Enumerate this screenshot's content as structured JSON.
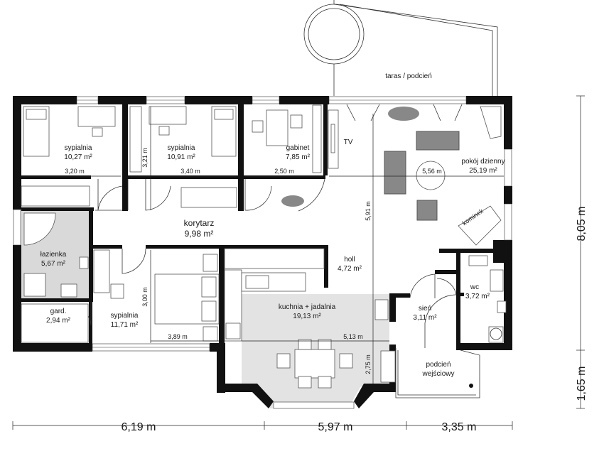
{
  "rooms": {
    "taras": {
      "name": "taras / podcień"
    },
    "sypialnia1": {
      "name": "sypialnia",
      "area": "10,27 m²",
      "width": "3,20 m"
    },
    "sypialnia2": {
      "name": "sypialnia",
      "area": "10,91 m²",
      "width": "3,40 m",
      "depth": "3,21 m"
    },
    "gabinet": {
      "name": "gabinet",
      "area": "7,85 m²",
      "width": "2,50 m"
    },
    "tv": {
      "name": "TV"
    },
    "pokoj": {
      "name": "pokój dzienny",
      "area": "25,19 m²",
      "dim": "5,56 m"
    },
    "kominek": {
      "name": "kominek"
    },
    "korytarz": {
      "name": "korytarz",
      "area": "9,98 m²"
    },
    "lazienka": {
      "name": "łazienka",
      "area": "5,67 m²"
    },
    "holl": {
      "name": "holl",
      "area": "4,72 m²",
      "depth": "5,91 m"
    },
    "wc": {
      "name": "wc",
      "area": "3,72 m²"
    },
    "gard": {
      "name": "gard.",
      "area": "2,94 m²"
    },
    "sypialnia3": {
      "name": "sypialnia",
      "area": "11,71 m²",
      "width": "3,89 m",
      "depth": "3,00 m"
    },
    "kuchnia": {
      "name": "kuchnia + jadalnia",
      "area": "19,13 m²",
      "width": "5,13 m",
      "depth": "2,75 m"
    },
    "sien": {
      "name": "sień",
      "area": "3,11 m²"
    },
    "podcien": {
      "name": "podcień",
      "name2": "wejściowy"
    }
  },
  "outer_dims": {
    "bottom": [
      "6,19 m",
      "5,97 m",
      "3,35 m"
    ],
    "right": [
      "8,05 m",
      "1,65 m"
    ]
  }
}
